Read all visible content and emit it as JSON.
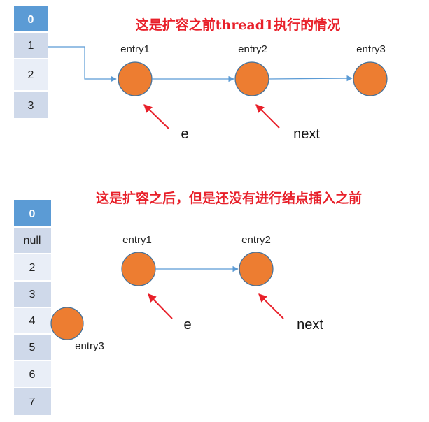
{
  "colors": {
    "head_cell": "#5b9bd5",
    "cell_dark": "#cfd9ea",
    "cell_light": "#e9eef7",
    "node_fill": "#ed7d31",
    "node_stroke": "#41719c",
    "link": "#5b9bd5",
    "pointer_arrow": "#e8202a",
    "title": "#e8202a"
  },
  "top": {
    "title": "这是扩容之前thread1执行的情况",
    "table": [
      "0",
      "1",
      "2",
      "3"
    ],
    "nodes": [
      "entry1",
      "entry2",
      "entry3"
    ],
    "pointers": {
      "e": "e",
      "next": "next"
    }
  },
  "bottom": {
    "title": "这是扩容之后，但是还没有进行结点插入之前",
    "table": [
      "0",
      "null",
      "2",
      "3",
      "4",
      "5",
      "6",
      "7"
    ],
    "nodes": [
      "entry1",
      "entry2"
    ],
    "detached_node": "entry3",
    "pointers": {
      "e": "e",
      "next": "next"
    }
  }
}
